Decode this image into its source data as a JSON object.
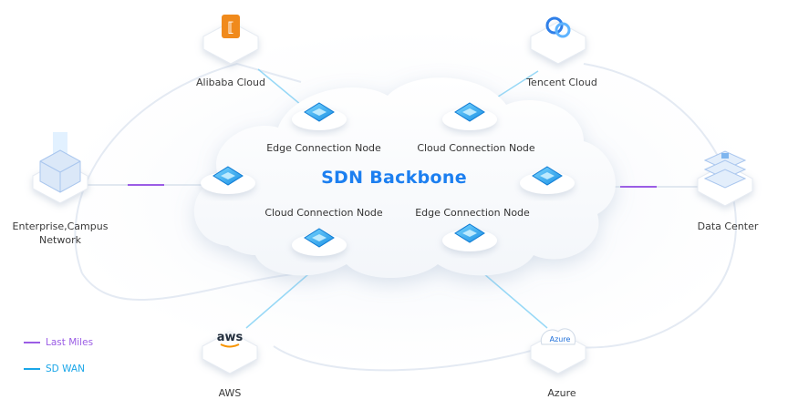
{
  "diagram": {
    "title": "SDN Backbone",
    "inner_nodes": [
      {
        "id": "edge1",
        "label": "Edge Connection Node"
      },
      {
        "id": "cloud1",
        "label": "Cloud Connection Node"
      },
      {
        "id": "cloud2",
        "label": "Cloud Connection Node"
      },
      {
        "id": "edge2",
        "label": "Edge Connection Node"
      }
    ],
    "endpoints": [
      {
        "id": "alibaba",
        "label": "Alibaba Cloud",
        "icon": "alibaba-cloud-icon",
        "color": "#f08a1c"
      },
      {
        "id": "tencent",
        "label": "Tencent Cloud",
        "icon": "tencent-cloud-icon",
        "color": "#2f7fe8"
      },
      {
        "id": "enterprise",
        "label": "Enterprise,Campus\nNetwork",
        "icon": "enterprise-network-icon",
        "color": "#a9c6ee"
      },
      {
        "id": "datacenter",
        "label": "Data Center",
        "icon": "data-center-icon",
        "color": "#a9c6ee"
      },
      {
        "id": "aws",
        "label": "AWS",
        "icon": "aws-icon",
        "logo_text": "aws",
        "color": "#232f3e"
      },
      {
        "id": "azure",
        "label": "Azure",
        "icon": "azure-icon",
        "logo_text": "Azure",
        "color": "#1e6fd9"
      }
    ],
    "legend": [
      {
        "label": "Last Miles",
        "color": "#9b5de5"
      },
      {
        "label": "SD WAN",
        "color": "#1aa6e8"
      }
    ]
  }
}
